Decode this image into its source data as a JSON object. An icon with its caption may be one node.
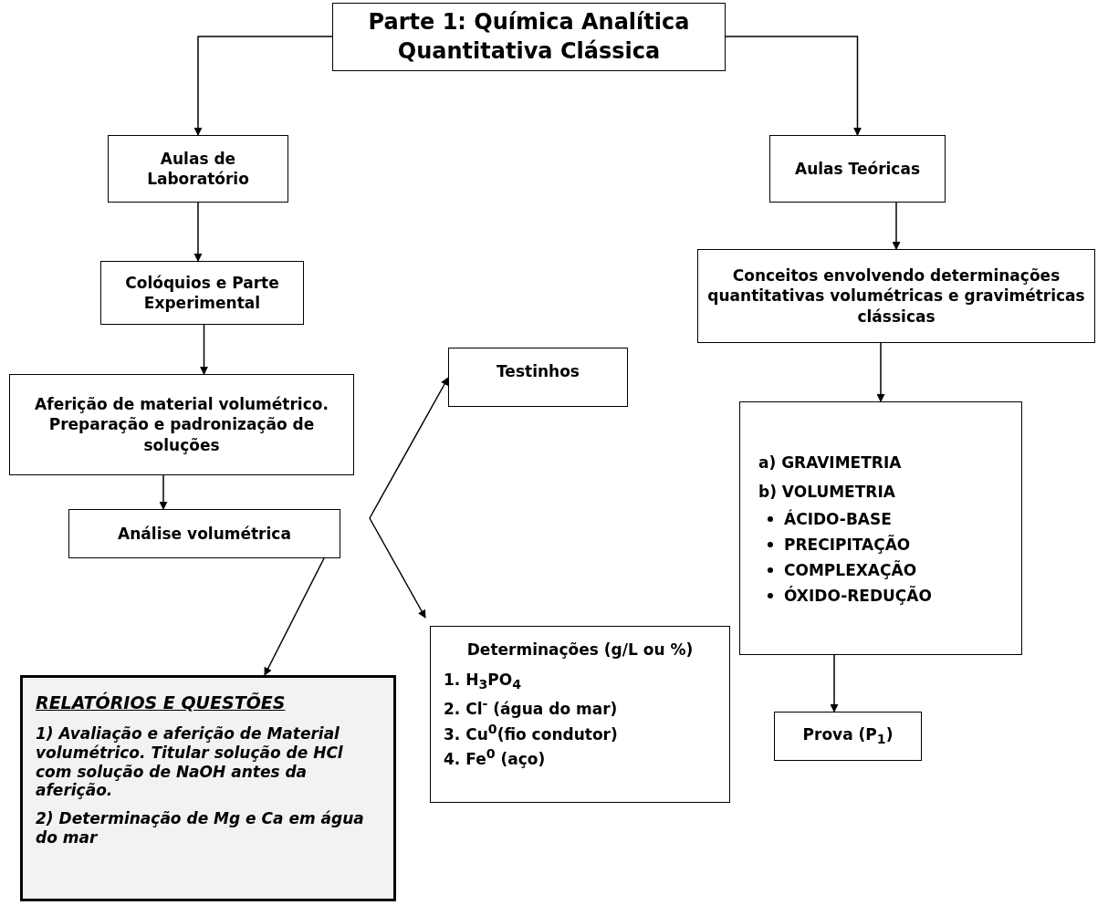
{
  "diagram": {
    "nodes": [
      {
        "text": [
          "Parte 1: Química Analítica Quantitativa Clássica"
        ]
      },
      {
        "text": [
          "Aulas de Laboratório"
        ]
      },
      {
        "text": [
          "Aulas Teóricas"
        ]
      },
      {
        "text": [
          "Colóquios e Parte Experimental"
        ]
      },
      {
        "text": [
          "Conceitos envolvendo determinações quantitativas volumétricas e gravimétricas clássicas"
        ]
      },
      {
        "text": [
          "Aferição de material volumétrico. Preparação e padronização de soluções"
        ]
      },
      {
        "text": [
          "a) GRAVIMETRIA",
          "b) VOLUMETRIA",
          "ÁCIDO-BASE",
          "PRECIPITAÇÃO",
          "COMPLEXAÇÃO",
          "ÓXIDO-REDUÇÃO"
        ]
      },
      {
        "text": [
          "Testinhos"
        ]
      },
      {
        "text": [
          "Análise volumétrica"
        ]
      },
      {
        "text": [
          "Determinações (g/L ou %)",
          "1. H$_{3}$PO$_{4}$",
          "2. Cl$^{-}$ (água do mar)",
          "3. Cu$^{0}$(fio condutor)",
          "4. Fe$^{0}$ (aço)"
        ]
      },
      {
        "text": [
          "Prova (P$_{1}$)"
        ]
      },
      {
        "text": [
          "RELATÓRIOS E QUESTÕES",
          "1) Avaliação e aferição de Material volumétrico. Titular solução de HCl com solução de NaOH antes da aferição.",
          "2) Determinação de Mg e Ca em água do mar"
        ]
      }
    ],
    "edges": [
      {
        "from": 0,
        "to": 1,
        "arrow": "to"
      },
      {
        "from": 0,
        "to": 2,
        "arrow": "to"
      },
      {
        "from": 1,
        "to": 3,
        "arrow": "to"
      },
      {
        "from": 2,
        "to": 4,
        "arrow": "to"
      },
      {
        "from": 3,
        "to": 5,
        "arrow": "to"
      },
      {
        "from": 4,
        "to": 6,
        "arrow": "to"
      },
      {
        "from": 5,
        "to": 8,
        "arrow": "to"
      },
      {
        "from": 6,
        "to": 10,
        "arrow": "to"
      },
      {
        "from": 8,
        "to": 7,
        "arrow": "to"
      },
      {
        "from": 8,
        "to": 9,
        "arrow": "to"
      },
      {
        "from": 8,
        "to": 11,
        "arrow": "to"
      }
    ]
  }
}
